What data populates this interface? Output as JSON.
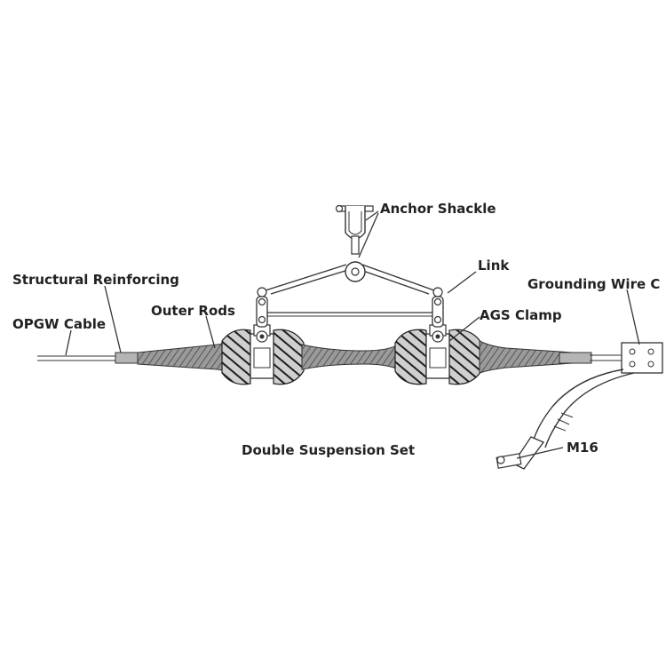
{
  "labels": {
    "anchor_shackle": "Anchor Shackle",
    "link": "Link",
    "structural_reinforcing": "Structural Reinforcing",
    "grounding_wire": "Grounding Wire C",
    "outer_rods": "Outer Rods",
    "opgw_cable": "OPGW Cable",
    "ags_clamp": "AGS Clamp",
    "title": "Double Suspension Set",
    "m16": "M16"
  },
  "colors": {
    "line": "#333333",
    "rod_fill": "#7a7a7a",
    "rod_dark": "#2a2a2a",
    "text": "#222222",
    "background": "#ffffff"
  }
}
